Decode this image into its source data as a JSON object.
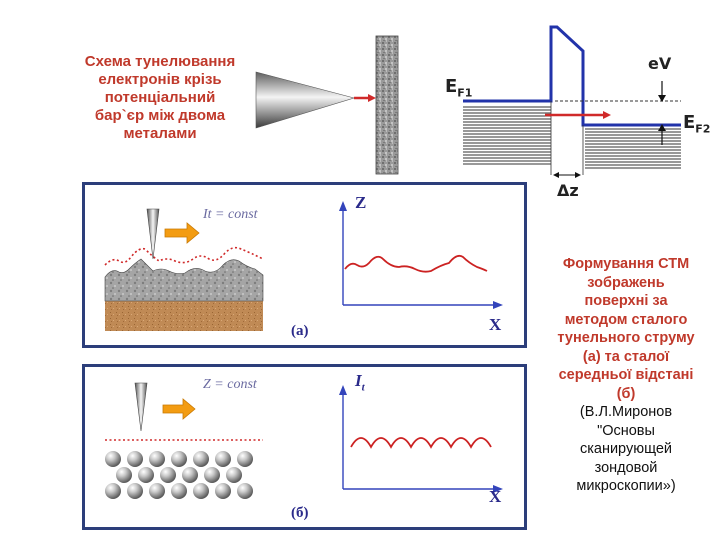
{
  "top_caption": [
    "Схема тунелювання",
    "електронів крізь",
    "потенціальний",
    "бар`єр між двома",
    "металами"
  ],
  "energy": {
    "ef1_main": "E",
    "ef1_sub": "F1",
    "ef2_main": "E",
    "ef2_sub": "F2",
    "ev": "eV",
    "dz": "Δz"
  },
  "panel_a": {
    "mode_label": "It = const",
    "axis_z": "Z",
    "axis_x": "X",
    "tag": "(а)"
  },
  "panel_b": {
    "mode_label": "Z = const",
    "axis_it_main": "I",
    "axis_it_sub": "t",
    "axis_x": "X",
    "tag": "(б)"
  },
  "side_caption": {
    "bold_lines": [
      "Формування СТМ",
      "зображень",
      "поверхні за",
      "методом сталого",
      "тунельного струму",
      "(а) та сталої",
      "середньої відстані",
      "(б)"
    ],
    "ref_lines": [
      "(В.Л.Миронов",
      "\"Основы",
      "сканирующей",
      "зондовой",
      "микроскопии»)"
    ]
  },
  "colors": {
    "caption_red": "#c0392b",
    "panel_border": "#2c3e7a",
    "blue_level": "#2233aa",
    "arrow_orange": "#f39c12",
    "trace_red": "#cc2222",
    "axis_blue": "#3344bb"
  }
}
